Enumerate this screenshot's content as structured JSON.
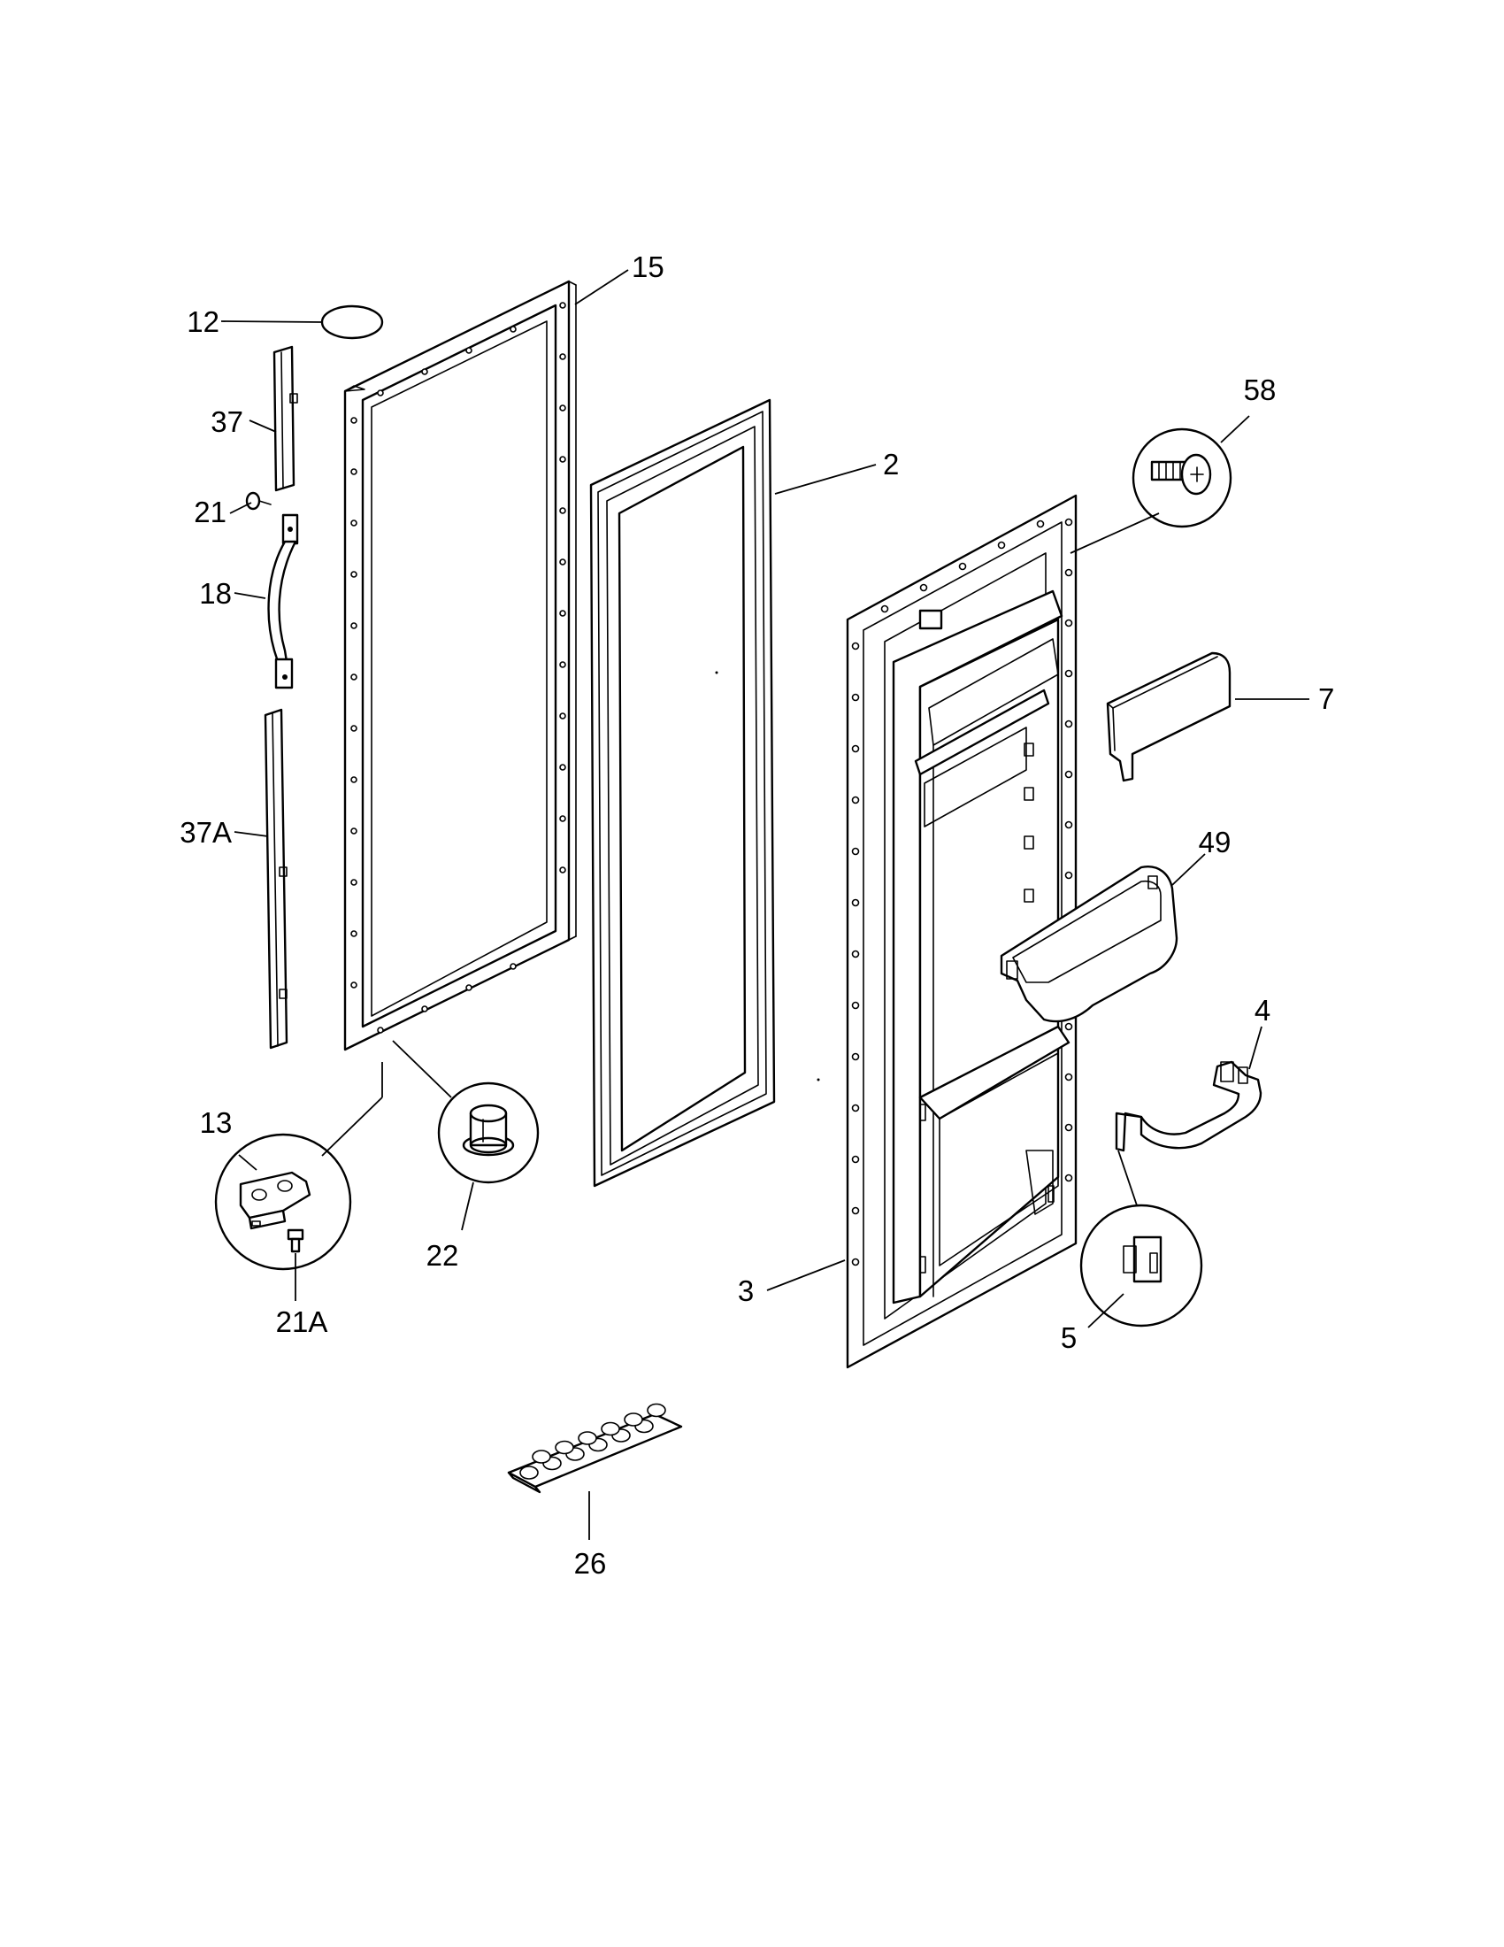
{
  "diagram": {
    "type": "exploded-parts-view",
    "callouts": [
      "15",
      "12",
      "37",
      "21",
      "18",
      "37A",
      "13",
      "21A",
      "22",
      "2",
      "58",
      "7",
      "49",
      "4",
      "3",
      "5",
      "26"
    ]
  }
}
